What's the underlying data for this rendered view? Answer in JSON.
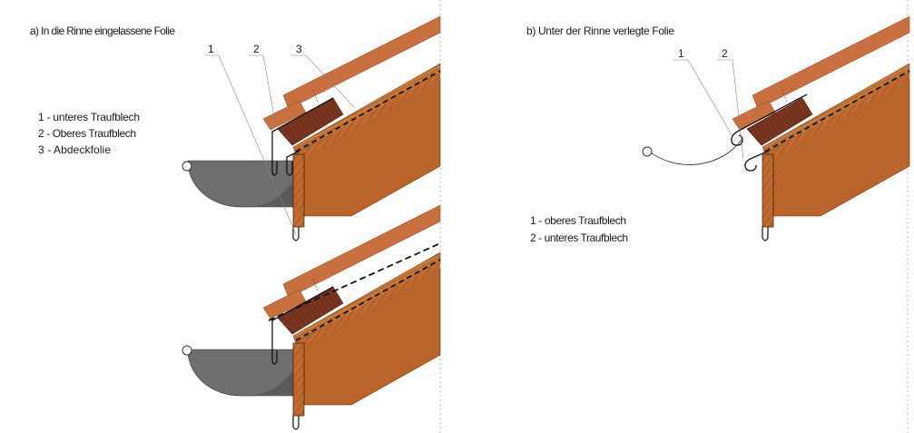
{
  "panel_a": {
    "title": "a) In die Rinne eingelassene Folie",
    "legend": [
      "1 - unteres Traufblech",
      "2 - Oberes Traufblech",
      "3 - Abdeckfolie"
    ],
    "callouts": [
      "1",
      "2",
      "3"
    ]
  },
  "panel_b": {
    "title": "b)  Unter der Rinne verlegte Folie",
    "legend": [
      "1 - oberes Traufblech",
      "2 - unteres Traufblech"
    ],
    "callouts": [
      "1",
      "2"
    ]
  },
  "colors": {
    "batten": "#c8703f",
    "rafter": "#b8642a",
    "block": "#7a3520",
    "gutter": "#6e6e6e",
    "metal": "#1a1a1a"
  }
}
